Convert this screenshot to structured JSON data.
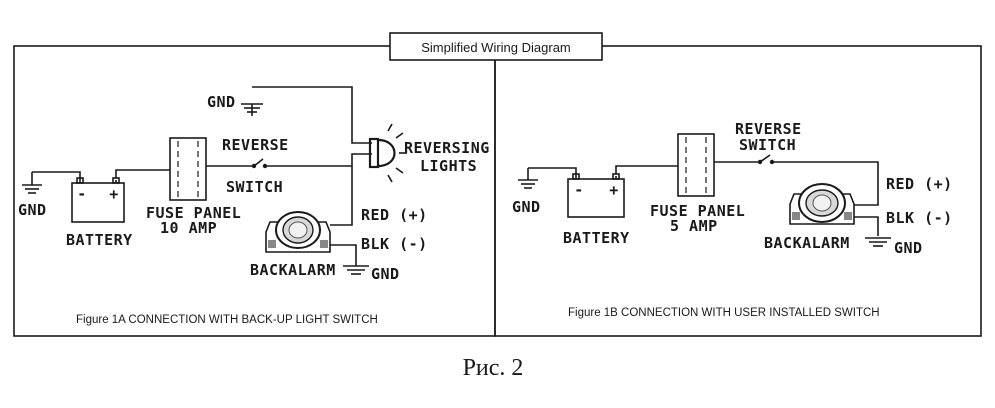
{
  "title": "Simplified Wiring Diagram",
  "fig1a": {
    "caption": "Figure 1A  CONNECTION WITH BACK-UP LIGHT SWITCH",
    "gnd_top": "GND",
    "gnd_left": "GND",
    "battery": "BATTERY",
    "battery_minus": "-",
    "battery_plus": "+",
    "fuse_line1": "FUSE PANEL",
    "fuse_line2": "10 AMP",
    "reverse": "REVERSE",
    "switch": "SWITCH",
    "reversing_line1": "REVERSING",
    "reversing_line2": "LIGHTS",
    "red": "RED (+)",
    "blk": "BLK (-)",
    "backalarm": "BACKALARM",
    "gnd_alarm": "GND"
  },
  "fig1b": {
    "caption": "Figure 1B  CONNECTION WITH USER INSTALLED SWITCH",
    "gnd_left": "GND",
    "battery": "BATTERY",
    "battery_minus": "-",
    "battery_plus": "+",
    "fuse_line1": "FUSE PANEL",
    "fuse_line2": "5 AMP",
    "reverse": "REVERSE",
    "switch": "SWITCH",
    "red": "RED (+)",
    "blk": "BLK (-)",
    "backalarm": "BACKALARM",
    "gnd_alarm": "GND"
  },
  "footer": "Рис. 2"
}
